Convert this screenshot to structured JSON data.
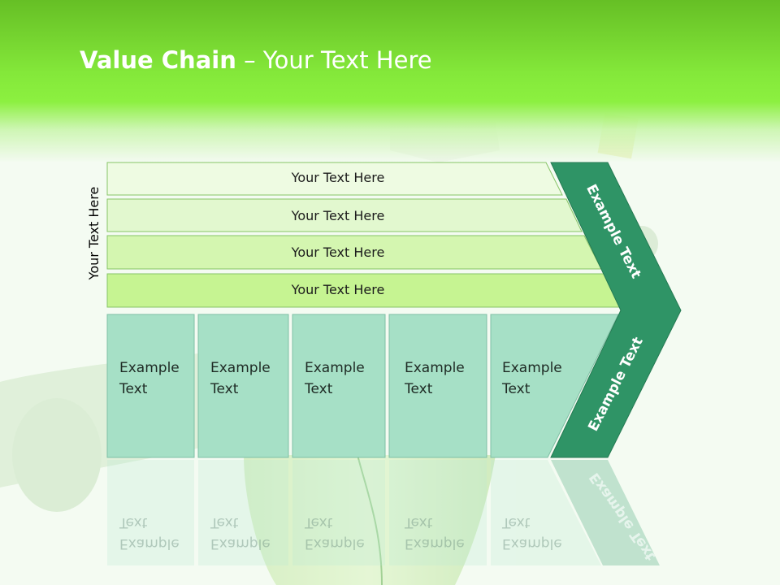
{
  "slide": {
    "title_bold": "Value Chain",
    "title_rest": " – Your Text Here",
    "side_label": "Your Text Here",
    "rows": [
      {
        "label": "Your Text Here"
      },
      {
        "label": "Your Text Here"
      },
      {
        "label": "Your Text Here"
      },
      {
        "label": "Your Text Here"
      }
    ],
    "boxes": [
      {
        "label": "Example\nText"
      },
      {
        "label": "Example\nText"
      },
      {
        "label": "Example\nText"
      },
      {
        "label": "Example\nText"
      },
      {
        "label": "Example\nText"
      }
    ],
    "chevron_upper": "Example Text",
    "chevron_lower": "Example Text"
  },
  "colors": {
    "header_green": "#7fe536",
    "row_fills": [
      "#eefbe2",
      "#e2f8cf",
      "#d4f6b0",
      "#c6f492"
    ],
    "box_fill": "#a6e0c6",
    "chevron_fill": "#2f9466"
  }
}
